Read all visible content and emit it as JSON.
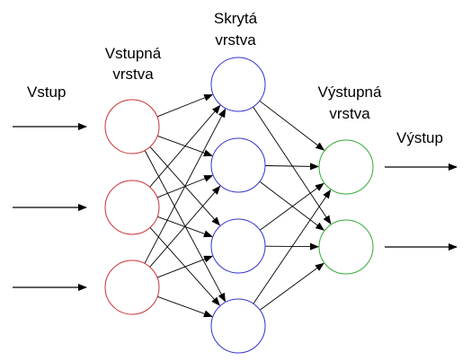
{
  "labels": {
    "input": "Vstup",
    "output": "Výstup",
    "input_layer": [
      "Vstupná",
      "vrstva"
    ],
    "hidden_layer": [
      "Skrytá",
      "vrstva"
    ],
    "output_layer": [
      "Výstupná",
      "vrstva"
    ]
  },
  "network": {
    "layers": [
      {
        "name": "input_layer",
        "neurons": 3,
        "color": "#cc3333"
      },
      {
        "name": "hidden_layer",
        "neurons": 4,
        "color": "#3333cc"
      },
      {
        "name": "output_layer",
        "neurons": 2,
        "color": "#33aa33"
      }
    ],
    "fully_connected": true,
    "input_arrows": 3,
    "output_arrows": 2
  }
}
